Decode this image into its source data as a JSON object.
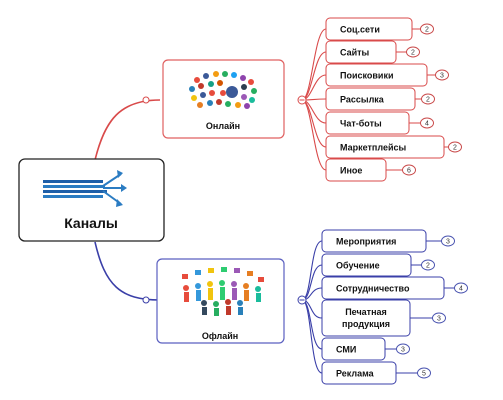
{
  "root": {
    "label": "Каналы"
  },
  "colors": {
    "online": "#d94a4a",
    "offline": "#3a3fa8",
    "badge_online": "#c94a4a",
    "badge_offline": "#4a54b0"
  },
  "online": {
    "label": "Онлайн",
    "items": [
      {
        "label": "Соц.сети",
        "count": "2"
      },
      {
        "label": "Сайты",
        "count": "2"
      },
      {
        "label": "Поисковики",
        "count": "3"
      },
      {
        "label": "Рассылка",
        "count": "2"
      },
      {
        "label": "Чат-боты",
        "count": "4"
      },
      {
        "label": "Маркетплейсы",
        "count": "2"
      },
      {
        "label": "Иное",
        "count": "6"
      }
    ]
  },
  "offline": {
    "label": "Офлайн",
    "items": [
      {
        "label": "Мероприятия",
        "count": "3"
      },
      {
        "label": "Обучение",
        "count": "2"
      },
      {
        "label": "Сотрудничество",
        "count": "4"
      },
      {
        "label": "Печатная продукция",
        "count": "3"
      },
      {
        "label": "СМИ",
        "count": "3"
      },
      {
        "label": "Реклама",
        "count": "5"
      }
    ]
  }
}
